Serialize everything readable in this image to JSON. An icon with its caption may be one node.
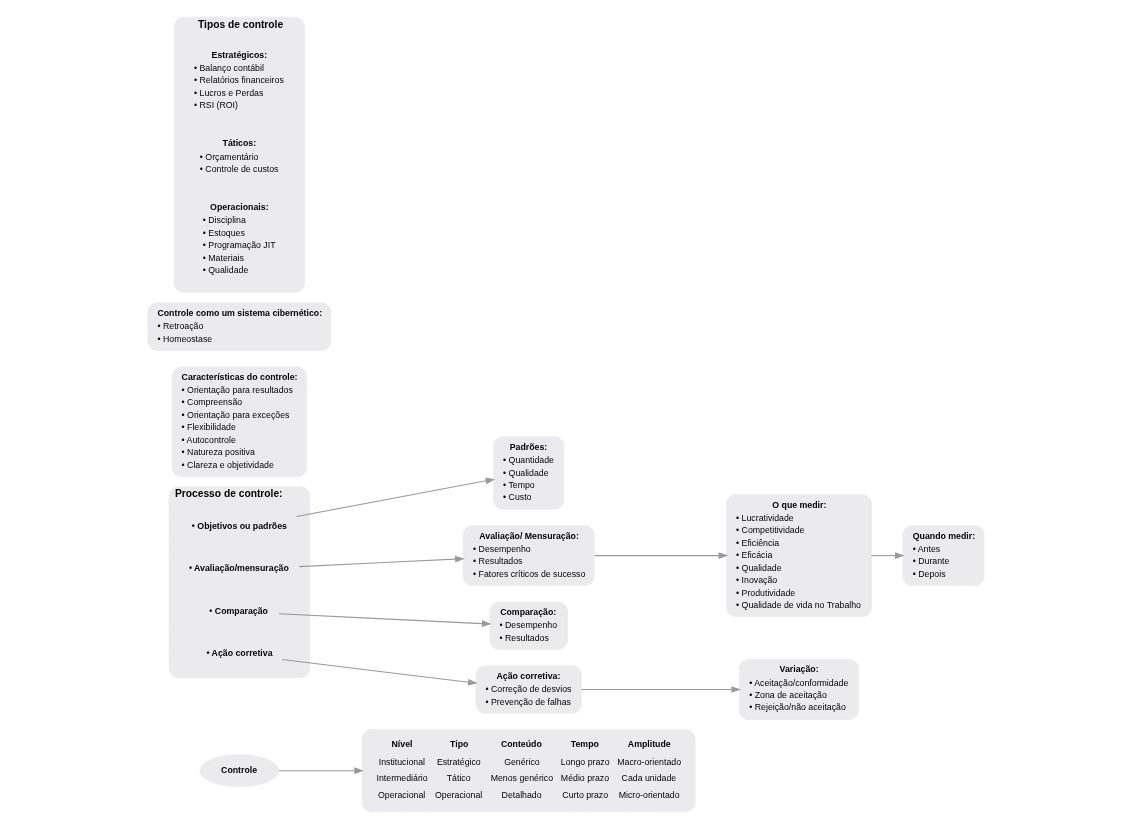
{
  "diagram": {
    "nodes": [
      {
        "text": [
          "Controle"
        ]
      },
      {
        "text": [
          "Nível",
          "Tipo",
          "Conteúdo",
          "Tempo",
          "Amplitude",
          "Institucional",
          "Estratégico",
          "Genérico",
          "Longo prazo",
          "Macro-orientado",
          "Intermediário",
          "Tático",
          "Menos genérico",
          "Médio prazo",
          "Cada unidade",
          "Operacional",
          "Operacional",
          "Detalhado",
          "Curto prazo",
          "Micro-orientado"
        ]
      },
      {
        "text": [
          "Processo de controle:"
        ]
      },
      {
        "text": [
          "• Objetivos ou padrões"
        ],
        "in": 2
      },
      {
        "text": [
          "• Avaliação/mensuração"
        ],
        "in": 2
      },
      {
        "text": [
          "• Comparação"
        ],
        "in": 2
      },
      {
        "text": [
          "• Ação corretiva"
        ],
        "in": 2
      },
      {
        "text": [
          "Padrões:",
          "• Quantidade",
          "• Qualidade",
          "• Tempo",
          "• Custo"
        ]
      },
      {
        "text": [
          "Avaliação/ Mensuração:",
          "• Desempenho",
          "• Resultados",
          "• Fatores críticos de sucesso"
        ]
      },
      {
        "text": [
          "O que medir:",
          "• Lucratividade",
          "• Competitividade",
          "• Eficiência",
          "• Eficácia",
          "• Qualidade",
          "• Inovação",
          "• Produtividade",
          "• Qualidade de vida no Trabalho"
        ]
      },
      {
        "text": [
          "Quando medir:",
          "• Antes",
          "• Durante",
          "• Depois"
        ]
      },
      {
        "text": [
          "Comparação:",
          "• Desempenho",
          "• Resultados"
        ]
      },
      {
        "text": [
          "Ação corretiva:",
          "• Correção de desvios",
          "• Prevenção de falhas"
        ]
      },
      {
        "text": [
          "Variação:",
          "• Aceitação/conformidade",
          "• Zona de aceitação",
          "• Rejeição/não aceitação"
        ]
      },
      {
        "text": [
          "Características do controle:",
          "• Orientação para resultados",
          "• Compreensão",
          "• Orientação para exceções",
          "• Flexibilidade",
          "• Autocontrole",
          "• Natureza positiva",
          "• Clareza e objetividade"
        ]
      },
      {
        "text": [
          "Controle como um sistema cibernético:",
          "• Retroação",
          "• Homeostase"
        ]
      },
      {
        "text": [
          "Tipos de controle"
        ]
      },
      {
        "text": [
          "Estratégicos:",
          "• Balanço contábil",
          "• Relatórios financeiros",
          "• Lucros e Perdas",
          "• RSI (ROI)"
        ],
        "in": 16
      },
      {
        "text": [
          "Táticos:",
          "• Orçamentário",
          "• Controle de custos"
        ],
        "in": 16
      },
      {
        "text": [
          "Operacionais:",
          "• Disciplina",
          "• Estoques",
          "• Programação JIT",
          "• Materiais",
          "• Qualidade"
        ],
        "in": 16
      }
    ],
    "edges": [
      {
        "from": 0,
        "to": 1,
        "arrow": "to"
      },
      {
        "from": 3,
        "to": 7,
        "arrow": "to"
      },
      {
        "from": 4,
        "to": 8,
        "arrow": "to"
      },
      {
        "from": 5,
        "to": 11,
        "arrow": "to"
      },
      {
        "from": 6,
        "to": 12,
        "arrow": "to"
      },
      {
        "from": 8,
        "to": 9,
        "arrow": "to"
      },
      {
        "from": 9,
        "to": 10,
        "arrow": "to"
      },
      {
        "from": 12,
        "to": 13,
        "arrow": "to"
      }
    ]
  }
}
